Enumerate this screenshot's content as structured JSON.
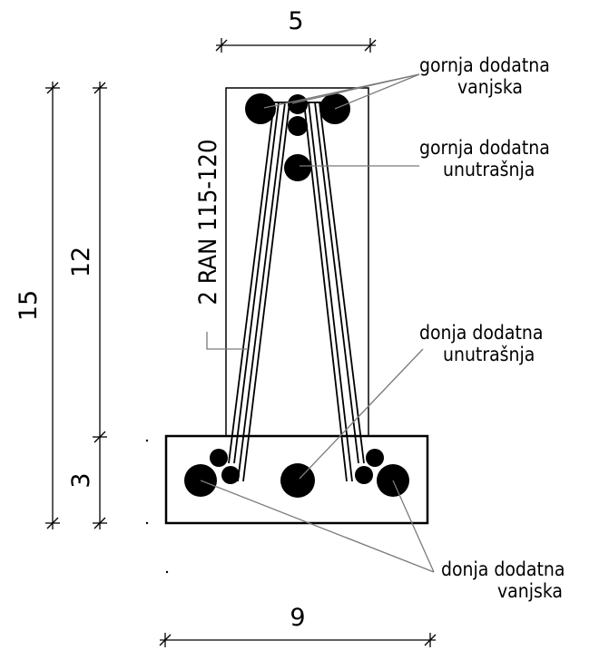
{
  "dimensions": {
    "top_width": "5",
    "bottom_width": "9",
    "total_height": "15",
    "web_height": "12",
    "flange_height": "3"
  },
  "labels": {
    "truss_girder": "2 RAN 115-120",
    "top_outer_line1": "gornja dodatna",
    "top_outer_line2": "vanjska",
    "top_inner_line1": "gornja dodatna",
    "top_inner_line2": "unutrašnja",
    "bottom_inner_line1": "donja dodatna",
    "bottom_inner_line2": "unutrašnja",
    "bottom_outer_line1": "donja dodatna",
    "bottom_outer_line2": "vanjska"
  }
}
